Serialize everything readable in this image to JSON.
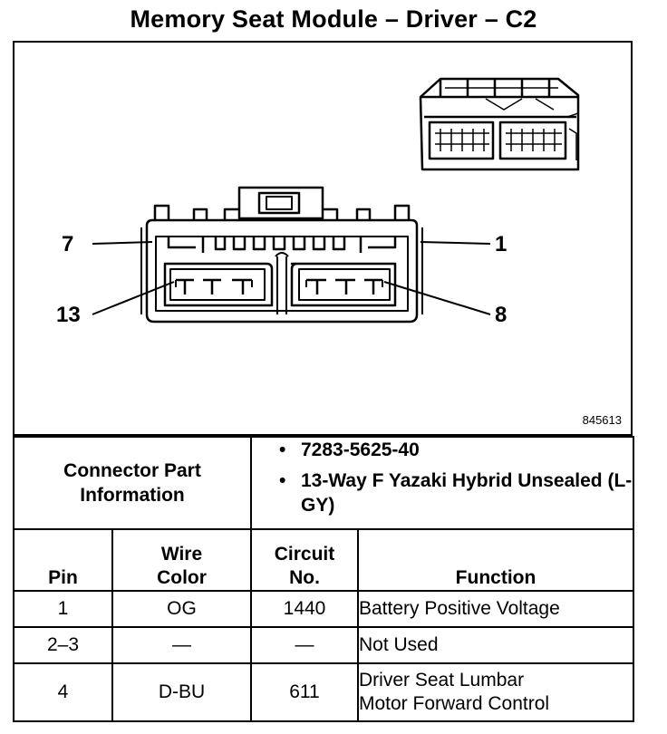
{
  "title": "Memory Seat Module – Driver – C2",
  "figure_id": "845613",
  "callouts": {
    "pin_7": "7",
    "pin_1": "1",
    "pin_13": "13",
    "pin_8": "8"
  },
  "connector_info": {
    "label_line1": "Connector Part",
    "label_line2": "Information",
    "items": [
      "7283-5625-40",
      "13-Way F Yazaki Hybrid Unsealed (L-GY)"
    ]
  },
  "table": {
    "headers": {
      "pin": "Pin",
      "wire_color_line1": "Wire",
      "wire_color_line2": "Color",
      "circuit_line1": "Circuit",
      "circuit_line2": "No.",
      "function": "Function"
    },
    "rows": [
      {
        "pin": "1",
        "wire_color": "OG",
        "circuit": "1440",
        "function_line1": "Battery Positive Voltage",
        "function_line2": ""
      },
      {
        "pin": "2–3",
        "wire_color": "—",
        "circuit": "—",
        "function_line1": "Not Used",
        "function_line2": ""
      },
      {
        "pin": "4",
        "wire_color": "D-BU",
        "circuit": "611",
        "function_line1": "Driver Seat Lumbar",
        "function_line2": "Motor Forward Control"
      }
    ]
  }
}
